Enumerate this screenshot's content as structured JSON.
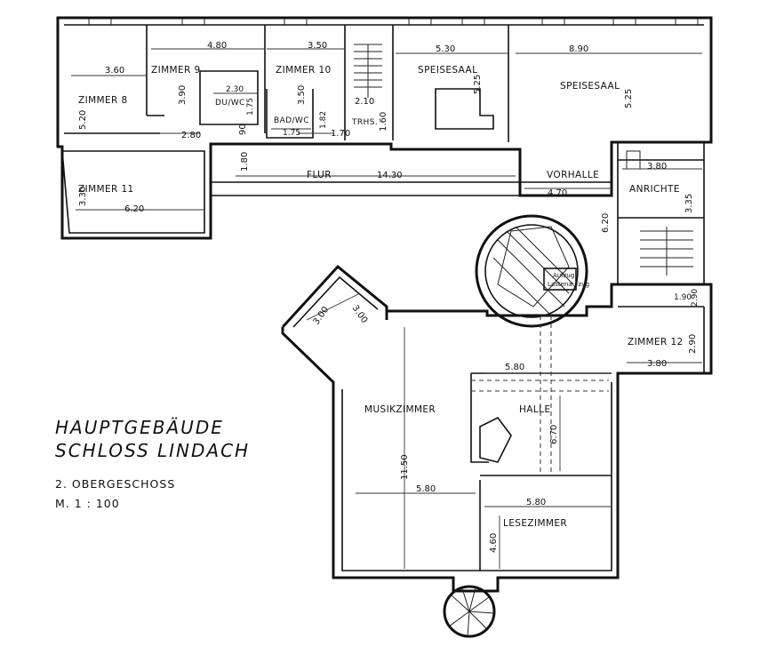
{
  "title": {
    "line1": "HAUPTGEBÄUDE",
    "line2": "SCHLOSS  LINDACH",
    "floor": "2. OBERGESCHOSS",
    "scale": "M.  1 : 100"
  },
  "rooms": {
    "zimmer8": "ZIMMER 8",
    "zimmer9": "ZIMMER 9",
    "zimmer10": "ZIMMER 10",
    "zimmer11": "ZIMMER  11",
    "zimmer12": "ZIMMER  12",
    "speisesaal_small": "SPEISESAAL",
    "speisesaal_large": "SPEISESAAL",
    "duwc": "DU/WC",
    "badwc": "BAD/WC",
    "trhs": "TRHS.",
    "flur": "FLUR",
    "vorhalle": "VORHALLE",
    "anrichte": "ANRICHTE",
    "aufzug_1": "Aufzug",
    "aufzug_2": "Lastenaufzug",
    "musikzimmer": "MUSIKZIMMER",
    "halle": "HALLE",
    "lesezimmer": "LESEZIMMER"
  },
  "dimensions": {
    "z8_width": "3.60",
    "z8_height": "5.20",
    "z9_width": "4.80",
    "z9_height": "3.90",
    "duwc_w": "2.30",
    "duwc_h": "1.75",
    "z10_width": "3.50",
    "z10_height": "3.50",
    "bad_w": "1.75",
    "bad_h": "1.82",
    "corr_280": "2.80",
    "corr_90": "90",
    "corr_170": "1.70",
    "trhs_w": "2.10",
    "trhs_h": "1.60",
    "sp1_w": "5.30",
    "sp1_h": "5.25",
    "sp2_w": "8.90",
    "sp2_h": "5.25",
    "z11_w": "6.20",
    "z11_h": "3.30",
    "flur_h": "1.80",
    "flur_w": "14.30",
    "vorhalle_w": "4.70",
    "vorhalle_h": "6.20",
    "anrichte_w": "3.80",
    "anrichte_h": "3.35",
    "bay_a": "3.00",
    "bay_b": "3.00",
    "z12_top_a": "1.90",
    "z12_top_b": "2.90",
    "z12_h": "2.90",
    "z12_w": "3.80",
    "halle_w": "5.80",
    "halle_h": "6.70",
    "musik_h": "11.50",
    "musik_w": "5.80",
    "lese_w": "5.80",
    "lese_h": "4.60"
  }
}
